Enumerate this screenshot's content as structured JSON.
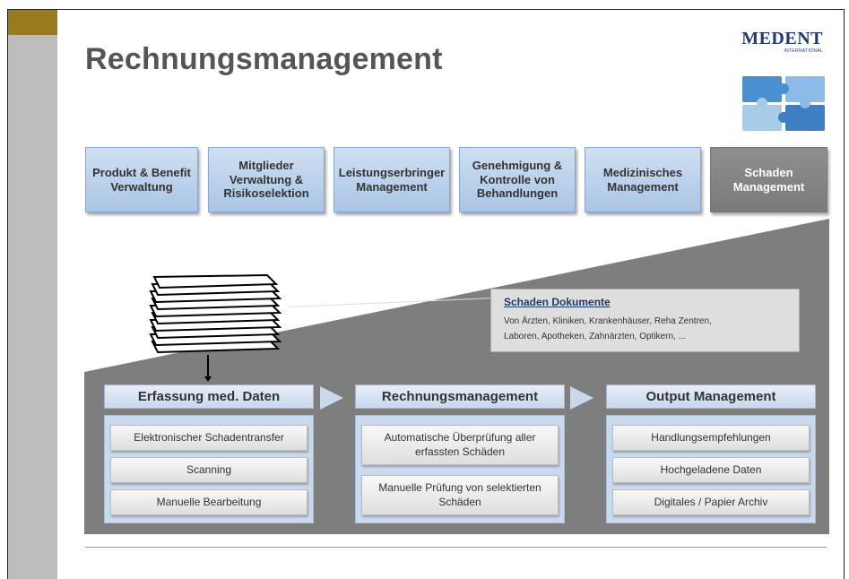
{
  "slide": {
    "title": "Rechnungsmanagement",
    "logo": {
      "name": "MEDENT",
      "tagline": "INTERNATIONAL"
    }
  },
  "tabs": [
    {
      "label": "Produkt & Benefit Verwaltung",
      "active": false
    },
    {
      "label": "Mitglieder Verwaltung & Risikoselektion",
      "active": false
    },
    {
      "label": "Leistungserbringer Management",
      "active": false
    },
    {
      "label": "Genehmigung & Kontrolle von Behandlungen",
      "active": false
    },
    {
      "label": "Medizinisches Management",
      "active": false
    },
    {
      "label": "Schaden Management",
      "active": true
    }
  ],
  "callout": {
    "title": "Schaden Dokumente",
    "text_line1": "Von Ärzten, Kliniken, Krankenhäuser, Reha Zentren,",
    "text_line2": "Laboren, Apotheken, Zahnärzten, Optikern, ..."
  },
  "columns": [
    {
      "header": "Erfassung med. Daten",
      "items": [
        "Elektronischer Schadentransfer",
        "Scanning",
        "Manuelle Bearbeitung"
      ]
    },
    {
      "header": "Rechnungsmanagement",
      "items": [
        "Automatische Überprüfung aller erfassten Schäden",
        "Manuelle Prüfung von selektierten Schäden"
      ]
    },
    {
      "header": "Output Management",
      "items": [
        "Handlungsempfehlungen",
        "Hochgeladene Daten",
        "Digitales / Papier Archiv"
      ]
    }
  ],
  "colors": {
    "accent_gold": "#9b7a1e",
    "tab_blue": "#a9c5e6",
    "tab_active_gray": "#7a7a7a",
    "area_gray": "#7e7e7e",
    "logo_navy": "#1e3a6e"
  }
}
